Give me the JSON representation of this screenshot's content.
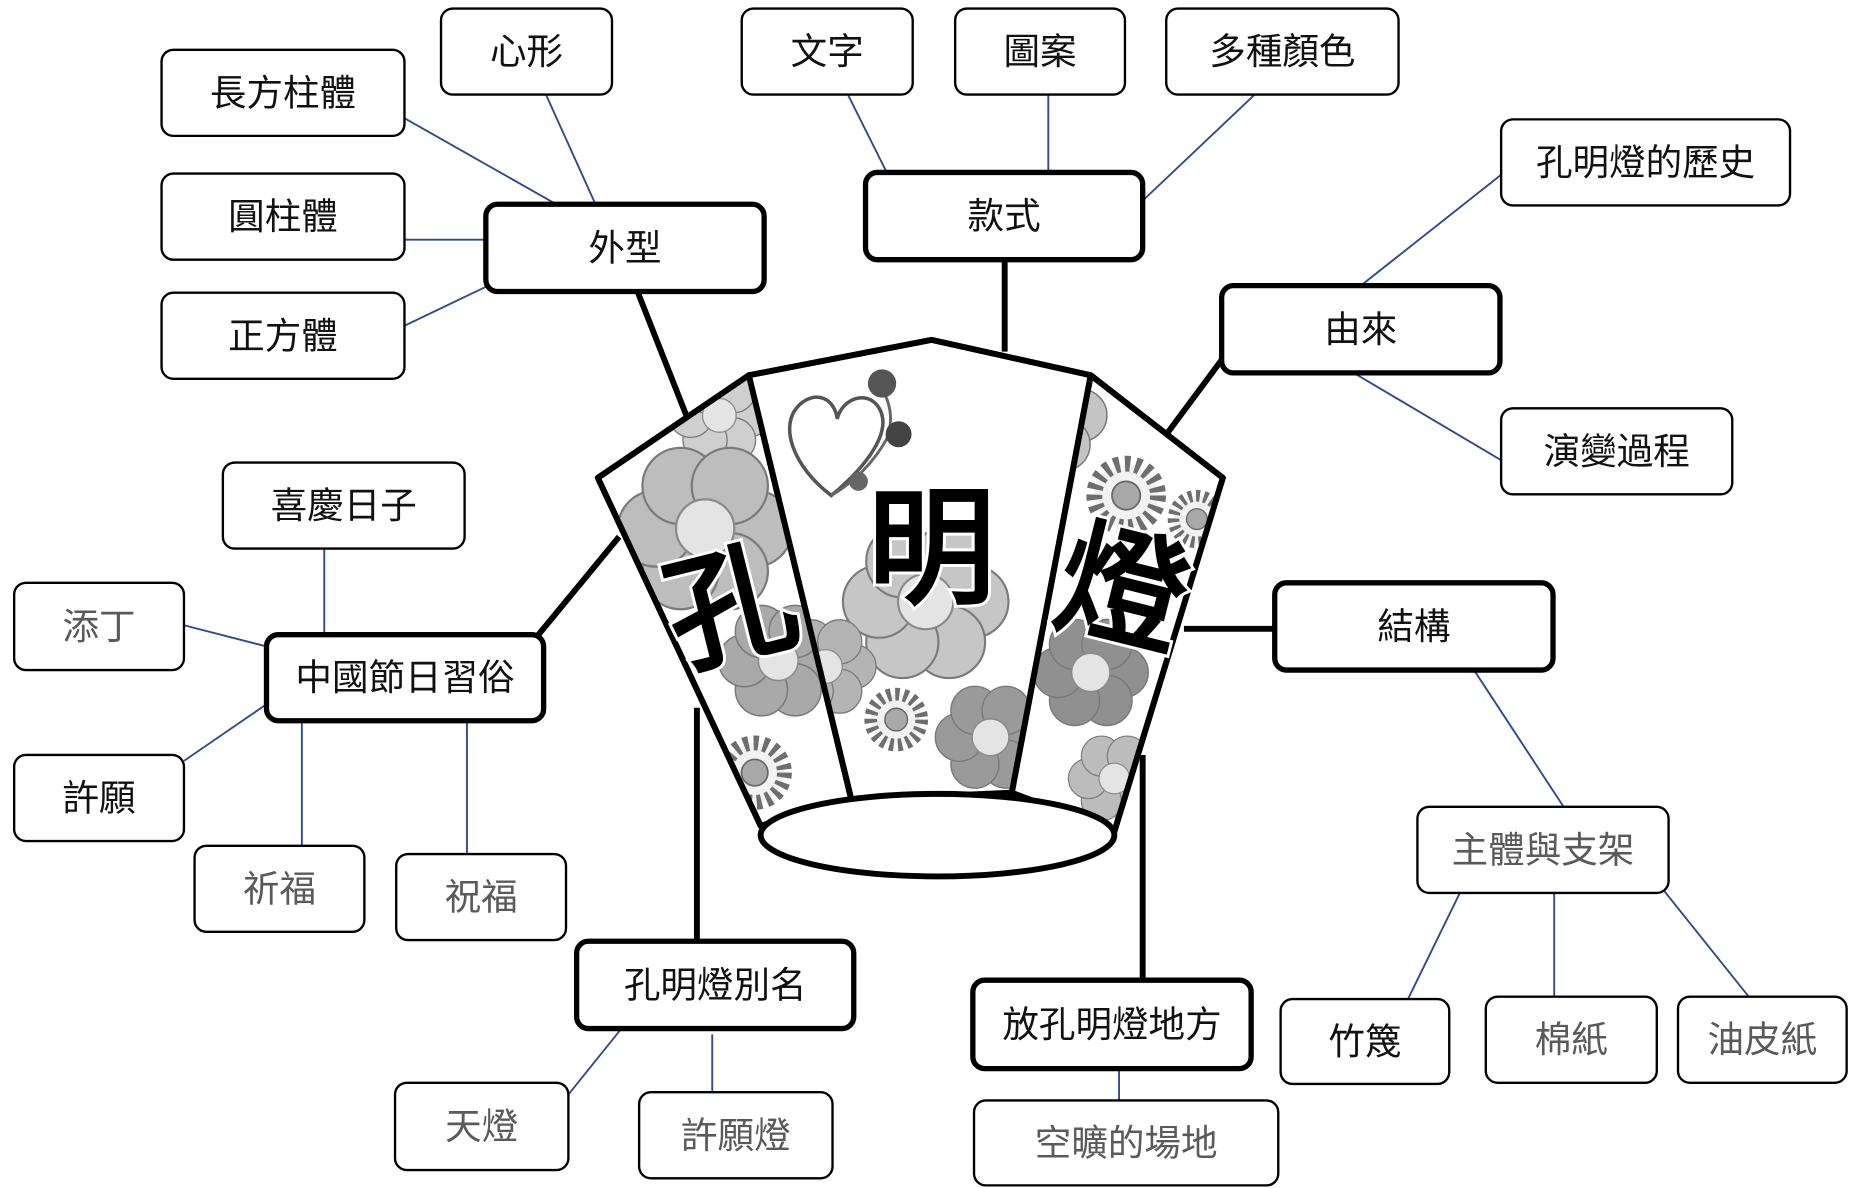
{
  "diagram": {
    "center": {
      "chars": [
        "孔",
        "明",
        "燈"
      ]
    },
    "branches": {
      "shape": {
        "label": "外型",
        "children": [
          "心形",
          "長方柱體",
          "圓柱體",
          "正方體"
        ]
      },
      "style": {
        "label": "款式",
        "children": [
          "文字",
          "圖案",
          "多種顏色"
        ]
      },
      "origin": {
        "label": "由來",
        "children": [
          "孔明燈的歷史",
          "演變過程"
        ]
      },
      "structure": {
        "label": "結構",
        "children": [
          {
            "label": "主體與支架",
            "children": [
              "竹篾",
              "棉紙",
              "油皮紙"
            ]
          }
        ]
      },
      "customs": {
        "label": "中國節日習俗",
        "children": [
          "喜慶日子",
          "添丁",
          "許願",
          "祈福",
          "祝福"
        ]
      },
      "alias": {
        "label": "孔明燈別名",
        "children": [
          "天燈",
          "許願燈"
        ]
      },
      "place": {
        "label": "放孔明燈地方",
        "children": [
          "空曠的場地"
        ]
      }
    }
  },
  "colors": {
    "main_connector": "#000000",
    "sub_connector": "#2f4b8c",
    "label": "#111111",
    "muted_label": "#5a5a5a",
    "flower": "#9b9b9b"
  }
}
